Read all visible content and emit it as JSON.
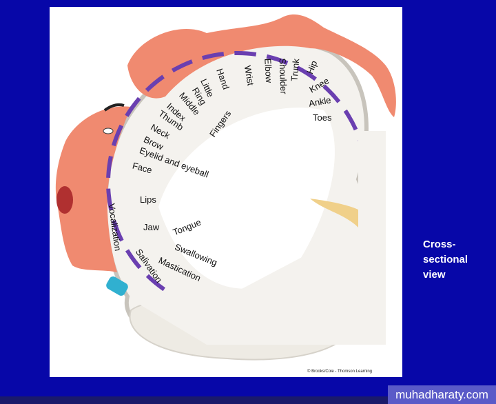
{
  "caption": {
    "line1": "Cross-",
    "line2": "sectional",
    "line3": "view"
  },
  "credit": "© Brooks/Cole - Thomson Learning",
  "watermark": "muhadharaty.com",
  "labels": {
    "hand": "Hand",
    "little": "Little",
    "ring": "Ring",
    "middle": "Middle",
    "index": "Index",
    "thumb": "Thumb",
    "fingers": "Fingers",
    "neck": "Neck",
    "brow": "Brow",
    "eyelid": "Eyelid and eyeball",
    "face": "Face",
    "lips": "Lips",
    "vocalization": "Vocalization",
    "jaw": "Jaw",
    "tongue": "Tongue",
    "swallowing": "Swallowing",
    "mastication": "Mastication",
    "salivation": "Salivation",
    "wrist": "Wrist",
    "elbow": "Elbow",
    "shoulder": "Shoulder",
    "trunk": "Trunk",
    "hip": "Hip",
    "knee": "Knee",
    "ankle": "Ankle",
    "toes": "Toes"
  },
  "colors": {
    "background": "#0707a8",
    "cortex_marks": "#6a3fb0",
    "skin": "#f08a70"
  }
}
